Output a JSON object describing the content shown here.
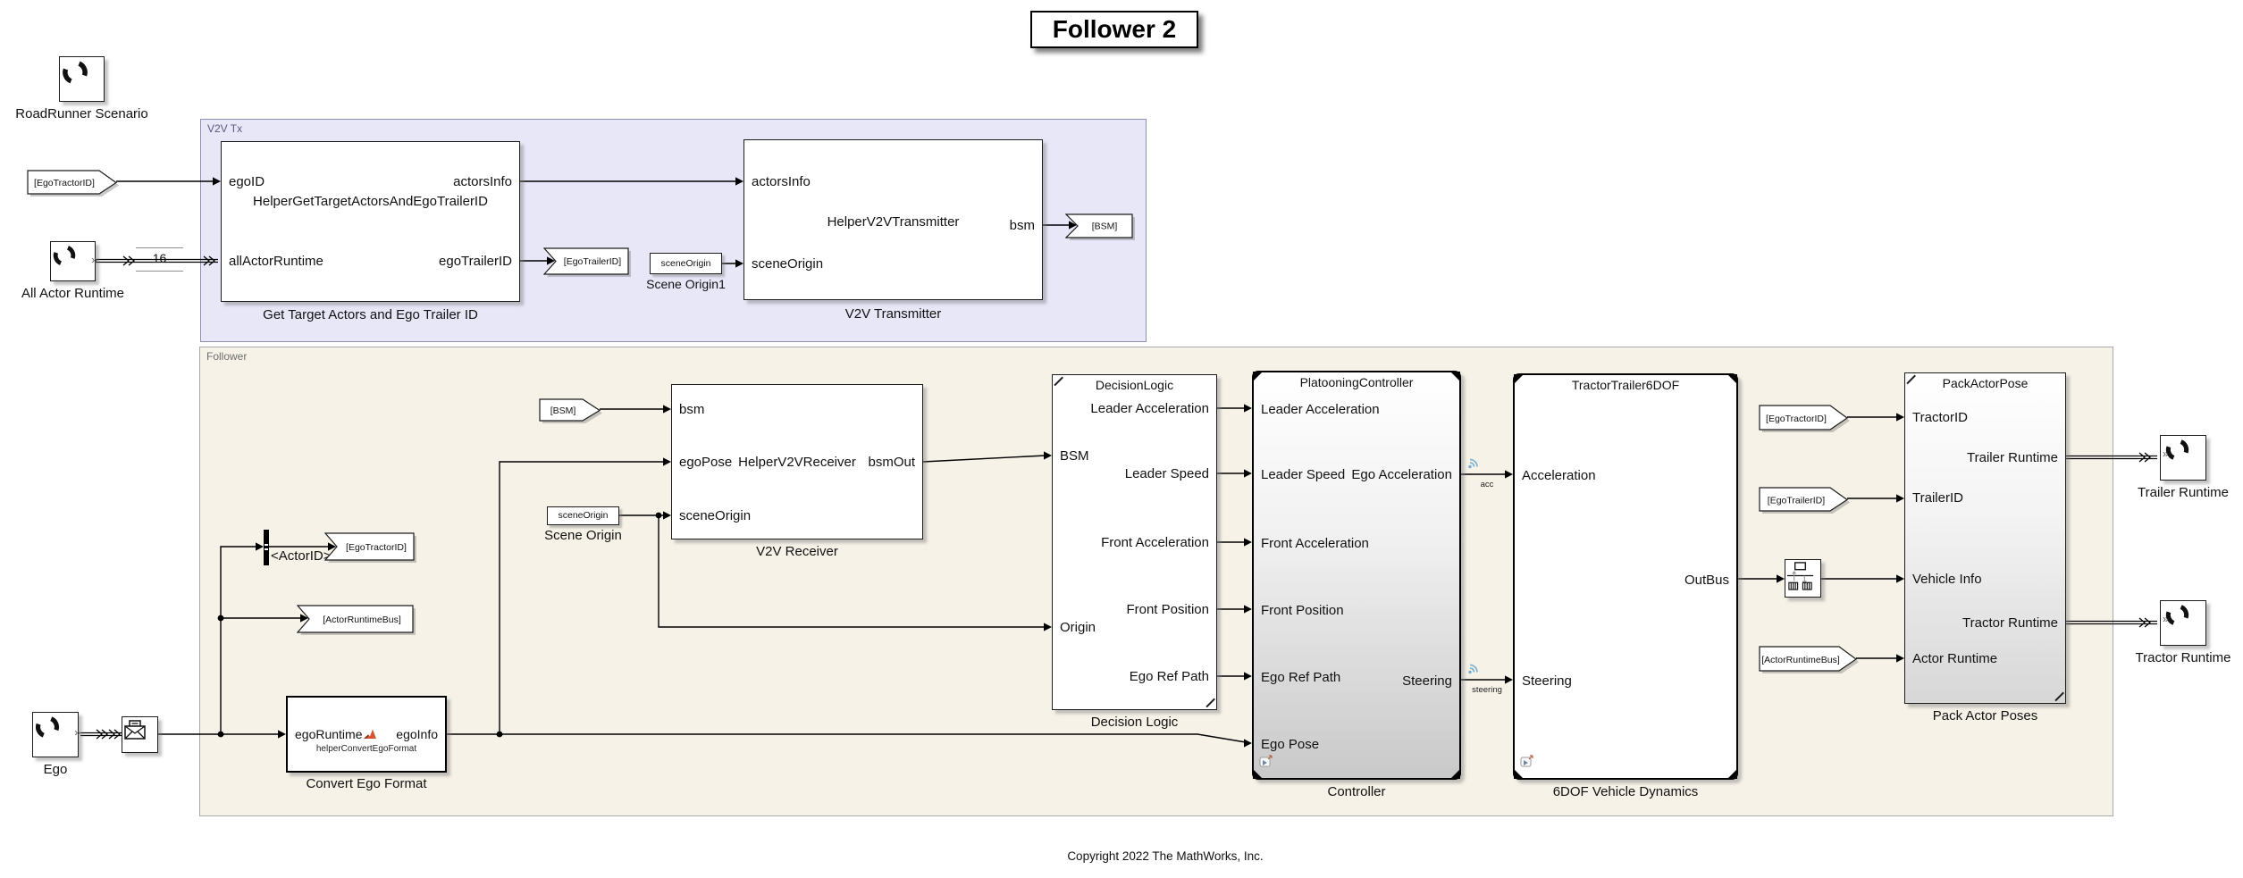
{
  "title": "Follower 2",
  "copyright": "Copyright 2022 The MathWorks, Inc.",
  "areas": {
    "v2v_tx": "V2V Tx",
    "follower": "Follower"
  },
  "tags": {
    "from_ego_tractor_top": "[EgoTractorID]",
    "goto_ego_trailer": "[EgoTrailerID]",
    "goto_bsm": "[BSM]",
    "from_bsm": "[BSM]",
    "goto_ego_tractor": "[EgoTractorID]",
    "goto_actor_runtime_bus": "[ActorRuntimeBus]",
    "from_ego_tractor_right": "[EgoTractorID]",
    "from_ego_trailer_right": "[EgoTrailerID]",
    "from_actor_runtime_bus": "[ActorRuntimeBus]"
  },
  "blocks": {
    "roadrunner_scenario": {
      "label": "RoadRunner Scenario"
    },
    "all_actor_runtime": {
      "label": "All Actor Runtime"
    },
    "ego": {
      "label": "Ego"
    },
    "get_target_actors": {
      "name": "HelperGetTargetActorsAndEgoTrailerID",
      "caption": "Get Target Actors and Ego Trailer ID",
      "inputs": [
        "egoID",
        "allActorRuntime"
      ],
      "outputs": [
        "actorsInfo",
        "egoTrailerID"
      ]
    },
    "scene_origin1": {
      "text": "sceneOrigin",
      "caption": "Scene Origin1"
    },
    "v2v_transmitter": {
      "name": "HelperV2VTransmitter",
      "caption": "V2V Transmitter",
      "inputs": [
        "actorsInfo",
        "sceneOrigin"
      ],
      "outputs": [
        "bsm"
      ]
    },
    "scene_origin": {
      "text": "sceneOrigin",
      "caption": "Scene Origin"
    },
    "v2v_receiver": {
      "name": "HelperV2VReceiver",
      "caption": "V2V Receiver",
      "inputs": [
        "bsm",
        "egoPose",
        "sceneOrigin"
      ],
      "outputs": [
        "bsmOut"
      ]
    },
    "decision_logic": {
      "name": "DecisionLogic",
      "caption": "Decision Logic",
      "inputs": [
        "BSM",
        "Origin"
      ],
      "outputs": [
        "Leader Acceleration",
        "Leader Speed",
        "Front Acceleration",
        "Front Position",
        "Ego Ref Path"
      ]
    },
    "controller": {
      "name": "PlatooningController",
      "caption": "Controller",
      "inputs": [
        "Leader Acceleration",
        "Leader Speed",
        "Front Acceleration",
        "Front Position",
        "Ego Ref Path",
        "Ego Pose"
      ],
      "outputs": [
        "Ego Acceleration",
        "Steering"
      ]
    },
    "vehicle_dynamics": {
      "name": "TractorTrailer6DOF",
      "caption": "6DOF Vehicle Dynamics",
      "inputs": [
        "Acceleration",
        "Steering"
      ],
      "outputs": [
        "OutBus"
      ]
    },
    "pack_actor_pose": {
      "name": "PackActorPose",
      "caption": "Pack Actor Poses",
      "inputs": [
        "TractorID",
        "TrailerID",
        "Vehicle Info",
        "Actor Runtime"
      ],
      "outputs": [
        "Trailer Runtime",
        "Tractor Runtime"
      ]
    },
    "convert_ego_format": {
      "input": "egoRuntime",
      "output": "egoInfo",
      "function": "helperConvertEgoFormat",
      "caption": "Convert Ego Format"
    },
    "trailer_runtime": {
      "label": "Trailer Runtime"
    },
    "tractor_runtime": {
      "label": "Tractor Runtime"
    }
  },
  "annotations": {
    "bus_width": "16",
    "bus_selector_signal": "<ActorID>",
    "acc_signal": "acc",
    "steering_signal": "steering"
  },
  "colors": {
    "v2v_tx_fill": "#e7e7f8",
    "follower_fill": "#f7f2e8",
    "logged_signal_icon": "#74add1",
    "matlab_orange": "#d6552f",
    "matlab_dark": "#7e2f1e"
  }
}
